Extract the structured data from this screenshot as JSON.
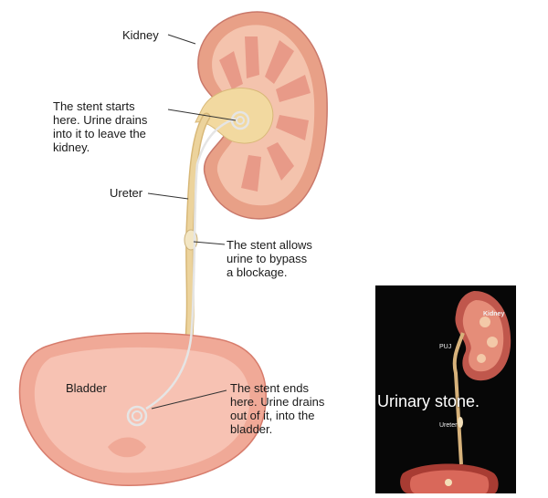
{
  "diagram": {
    "labels": {
      "kidney": "Kidney",
      "stent_start": "The stent starts\nhere. Urine drains\ninto it to leave the\nkidney.",
      "ureter": "Ureter",
      "stent_bypass": "The stent allows\nurine to bypass\na blockage.",
      "bladder": "Bladder",
      "stent_end": "The stent ends\nhere. Urine drains\nout of it, into the\nbladder."
    },
    "colors": {
      "kidney_outer": "#e8a087",
      "kidney_inner": "#f4c3ad",
      "pelvis": "#f2d9a0",
      "ureter": "#e8c98a",
      "bladder": "#f0a997",
      "stent": "#d9d9d9"
    }
  },
  "inset": {
    "title": "Urinary stone.",
    "labels": {
      "kidney": "Kidney",
      "puj": "PUJ",
      "ureter": "Ureter"
    }
  }
}
